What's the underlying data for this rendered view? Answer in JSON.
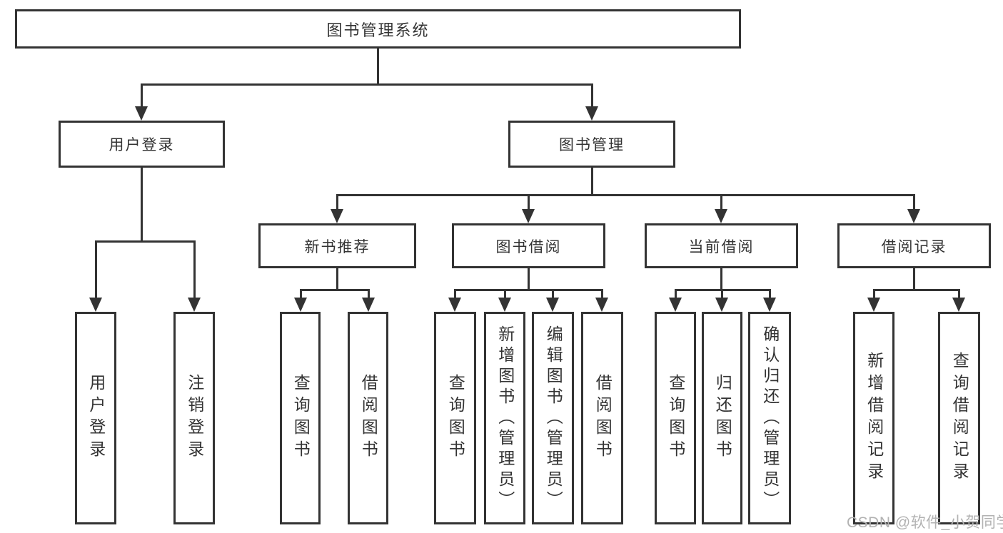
{
  "diagram": {
    "root": {
      "label": "图书管理系统"
    },
    "branches": [
      {
        "label": "用户登录",
        "children": [
          {
            "label": "用户登录"
          },
          {
            "label": "注销登录"
          }
        ]
      },
      {
        "label": "图书管理",
        "children": [
          {
            "label": "新书推荐",
            "children": [
              {
                "label": "查询图书"
              },
              {
                "label": "借阅图书"
              }
            ]
          },
          {
            "label": "图书借阅",
            "children": [
              {
                "label": "查询图书"
              },
              {
                "label": "新增图书（管理员）"
              },
              {
                "label": "编辑图书（管理员）"
              },
              {
                "label": "借阅图书"
              }
            ]
          },
          {
            "label": "当前借阅",
            "children": [
              {
                "label": "查询图书"
              },
              {
                "label": "归还图书"
              },
              {
                "label": "确认归还（管理员）"
              }
            ]
          },
          {
            "label": "借阅记录",
            "children": [
              {
                "label": "新增借阅记录"
              },
              {
                "label": "查询借阅记录"
              }
            ]
          }
        ]
      }
    ]
  },
  "watermark": {
    "text": "CSDN @软件_小贺同学",
    "color": "#b2b2b2"
  },
  "colors": {
    "background": "#ffffff",
    "line": "#333333",
    "text": "#333333"
  }
}
